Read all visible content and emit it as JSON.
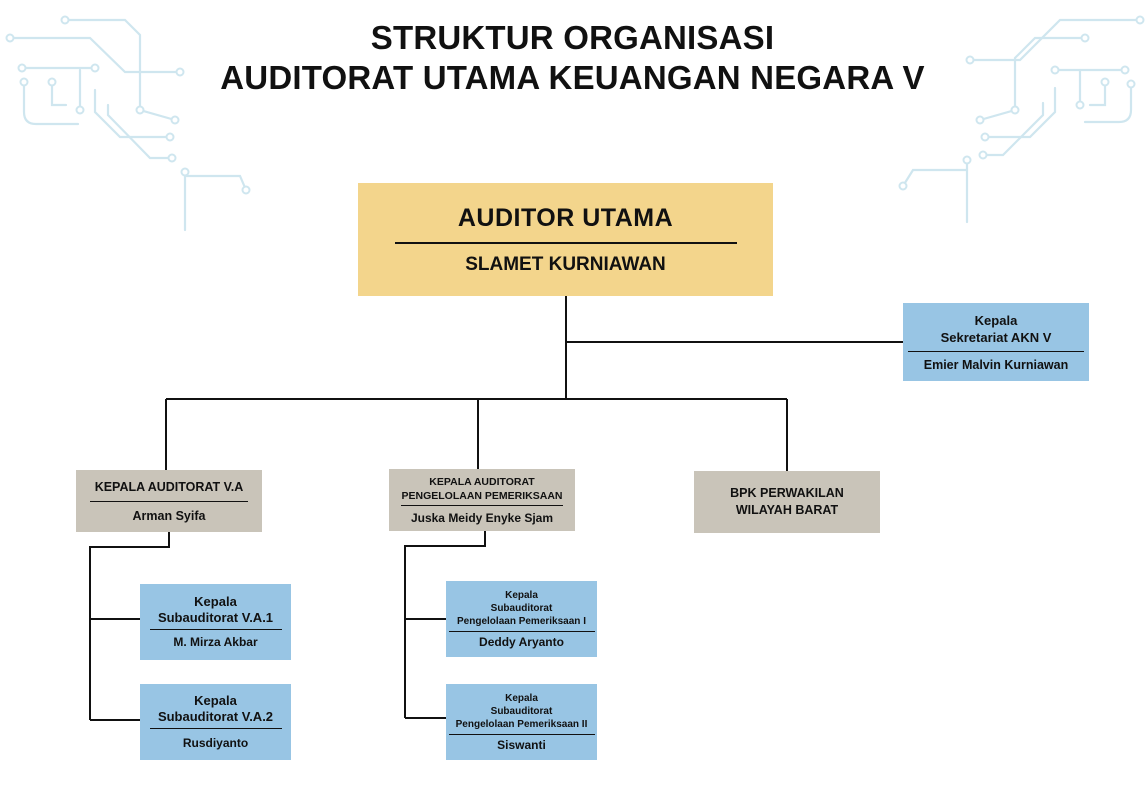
{
  "title": {
    "line1": "STRUKTUR ORGANISASI",
    "line2": "AUDITORAT UTAMA KEUANGAN NEGARA V"
  },
  "colors": {
    "head_box": "#f3d58c",
    "unit_box": "#c9c4b9",
    "sub_box": "#98c5e4",
    "connector": "#111111",
    "circuit_decoration": "#cfe6ef"
  },
  "auditor_utama": {
    "position": "AUDITOR UTAMA",
    "name": "SLAMET KURNIAWAN"
  },
  "sekretariat": {
    "position_line1": "Kepala",
    "position_line2": "Sekretariat AKN V",
    "name": "Emier Malvin Kurniawan"
  },
  "auditorat_va": {
    "position": "KEPALA AUDITORAT V.A",
    "name": "Arman Syifa"
  },
  "auditorat_pp": {
    "position_line1": "KEPALA AUDITORAT",
    "position_line2": "PENGELOLAAN PEMERIKSAAN",
    "name": "Juska Meidy Enyke Sjam"
  },
  "perwakilan": {
    "line1": "BPK PERWAKILAN",
    "line2": "WILAYAH BARAT"
  },
  "sub_va1": {
    "position_line1": "Kepala",
    "position_line2": "Subauditorat V.A.1",
    "name": "M. Mirza Akbar"
  },
  "sub_va2": {
    "position_line1": "Kepala",
    "position_line2": "Subauditorat V.A.2",
    "name": "Rusdiyanto"
  },
  "sub_pp1": {
    "position_line1": "Kepala",
    "position_line2": "Subauditorat",
    "position_line3": "Pengelolaan Pemeriksaan I",
    "name": "Deddy Aryanto"
  },
  "sub_pp2": {
    "position_line1": "Kepala",
    "position_line2": "Subauditorat",
    "position_line3": "Pengelolaan Pemeriksaan II",
    "name": "Siswanti"
  }
}
